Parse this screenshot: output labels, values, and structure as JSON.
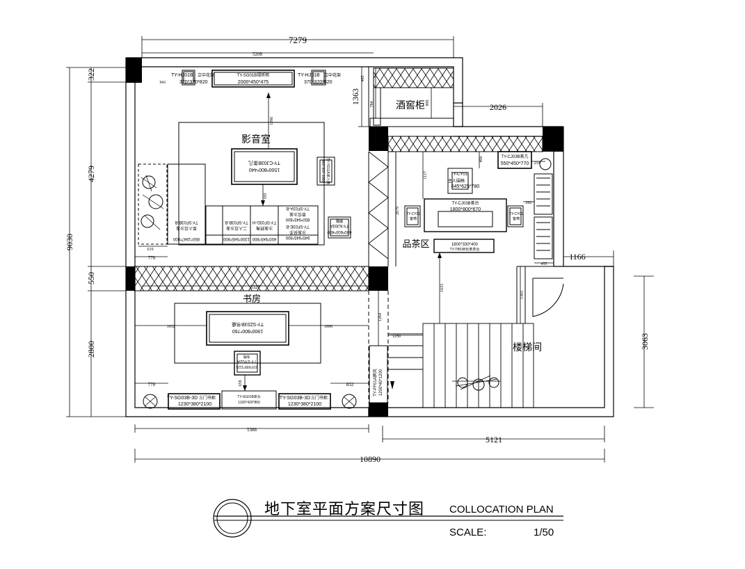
{
  "dims": {
    "top_total": "7279",
    "top_inner": "5208",
    "right_2026": "2026",
    "right_1166": "1166",
    "right_3063": "3063",
    "left_total": "9030",
    "left_322": "322",
    "left_4279": "4279",
    "left_550": "550",
    "left_2800": "2800",
    "wine_1363": "1363",
    "bottom_5388": "5388",
    "bottom_5121": "5121",
    "bottom_10890": "10890",
    "wall_5327": "5327",
    "d941": "941",
    "d465": "465",
    "d784": "784",
    "d899": "899",
    "d1286": "1286",
    "d593": "593",
    "d619": "619",
    "d770a": "770",
    "d770b": "770",
    "d1632": "1632",
    "d1896": "1896",
    "d1264": "1264",
    "d1250": "1250",
    "d658": "658",
    "d832": "832",
    "d1117": "1117",
    "d406": "406",
    "d2679": "2679",
    "d262": "262",
    "d254": "254",
    "d455": "455",
    "d1633": "1633",
    "d1303": "1303"
  },
  "rooms": {
    "av_room": "影音室",
    "wine_cabinet": "酒窖柜",
    "tea_area": "品茶区",
    "study": "书房",
    "stair_area": "楼梯间"
  },
  "furniture": {
    "flower_left_code": "TY-HJ01B",
    "flower_left_name": "立中花架",
    "flower_left_size": "370*370*820",
    "tv_cab_code": "TY-SG01B视听柜",
    "tv_cab_size": "2000*450*475",
    "flower_right_code": "TY-HJ01B",
    "flower_right_name": "立中花架",
    "flower_right_size": "370*370*820",
    "coffee_table_code": "TY-CJ03B茶几",
    "coffee_table_size": "1500*800*440",
    "chair_code": "TY-YD11A单人椅",
    "chair_size": "980*900*1060",
    "sofa_b_code": "TY-SF03B-B",
    "sofa_b_name": "单人位沙发",
    "sofa_b_size": "850*1947*800",
    "sofa_b2_code": "TY-SF03B-B",
    "sofa_b2_name": "二人位沙发",
    "sofa_b2_size": "1300*945*800",
    "sofa_d_code": "TY-SF03D-H",
    "sofa_d_name": "沙发转角",
    "sofa_d_size": "400*945*800",
    "sofa_e_code": "TY-SF03E-B",
    "sofa_e_name": "沙发扶手",
    "sofa_e_size": "945*945*800",
    "sofa_a_code": "TY-SF03A-B",
    "sofa_a_name": "单位沙发",
    "sofa_a_size": "850*945*800",
    "stool_code": "TY-NJ03A",
    "stool_name": "脚踏",
    "stool_size": "600*600*400",
    "tea_table_code": "TY-CJ03B茶台",
    "tea_table_size": "1800*800*670",
    "tea_chair_code": "TY-CY01",
    "tea_chair_name": "主人围椅",
    "tea_chair_size": "645*625*780",
    "side_table_code": "TY-CJ03B茶几",
    "side_table_size": "550*450*770",
    "long_table_size": "1800*330*400",
    "long_table_code": "TY-TB03B长条茶台",
    "small_chair_code": "TY-CY01",
    "small_chair_name": "客椅",
    "desk_code": "TY-SZ03B书桌",
    "desk_size": "1900*800*760",
    "desk_chair_code": "TY-SY02A",
    "desk_chair_name": "书椅",
    "desk_chair_size": "615*655*1115",
    "bookcase_left_code": "TY-SG03B-3D",
    "bookcase_left_name": "三门书柜",
    "bookcase_left_size": "1230*380*2100",
    "bookcase_mid_code": "TY-SG01B床头",
    "bookcase_mid_size": "1320*420*850",
    "bookcase_right_code": "TY-SG03B-3D",
    "bookcase_right_name": "三门书柜",
    "bookcase_right_size": "1230*380*2100",
    "screen_code": "TY-PF01A屏风",
    "screen_size": "1200*40*1200"
  },
  "title_block": {
    "title_cn": "地下室平面方案尺寸图",
    "title_en": "COLLOCATION PLAN",
    "scale_label": "SCALE:",
    "scale_value": "1/50"
  },
  "colors": {
    "line": "#000000",
    "background": "#ffffff",
    "wall_fill": "#000000"
  }
}
